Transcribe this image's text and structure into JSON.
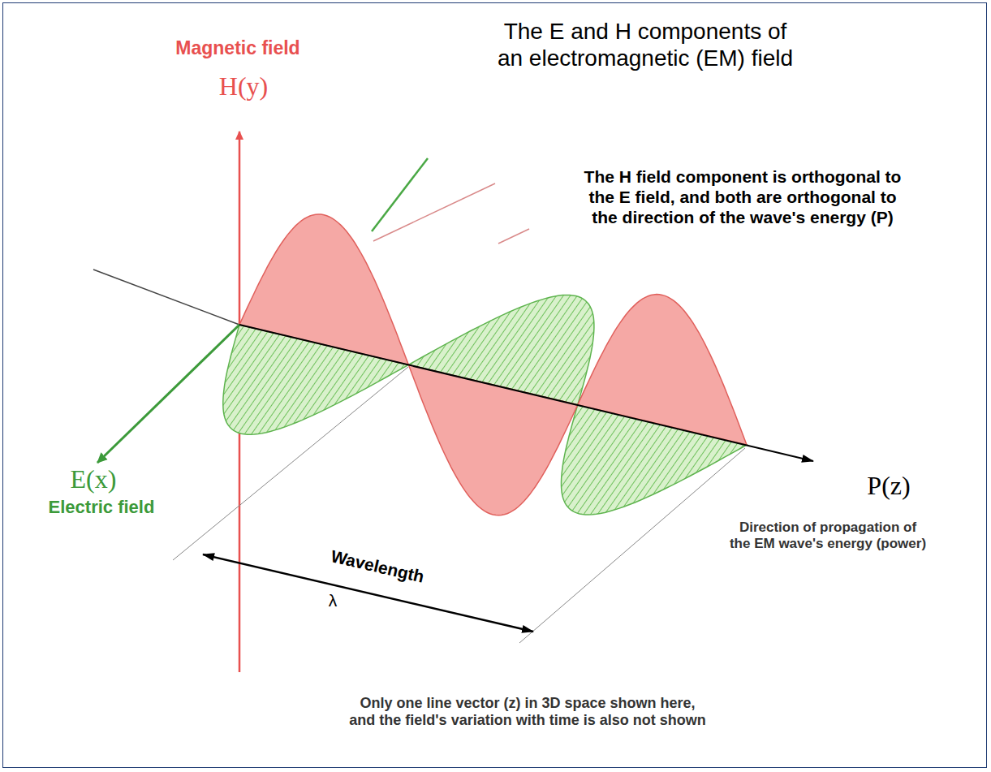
{
  "diagram": {
    "title": "The E and H components of an electromagnetic (EM) field",
    "caption": "Only one line vector (z) in 3D space shown here, and the field's variation with time is also not shown",
    "labels": [
      "Magnetic field",
      "H(y)",
      "The H field component is orthogonal to the E field, and both are orthogonal to the direction of the wave's energy (P)",
      "E(x)",
      "Electric field",
      "P(z)",
      "Direction of propagation of the EM wave's energy (power)",
      "Wavelength",
      "λ"
    ]
  }
}
